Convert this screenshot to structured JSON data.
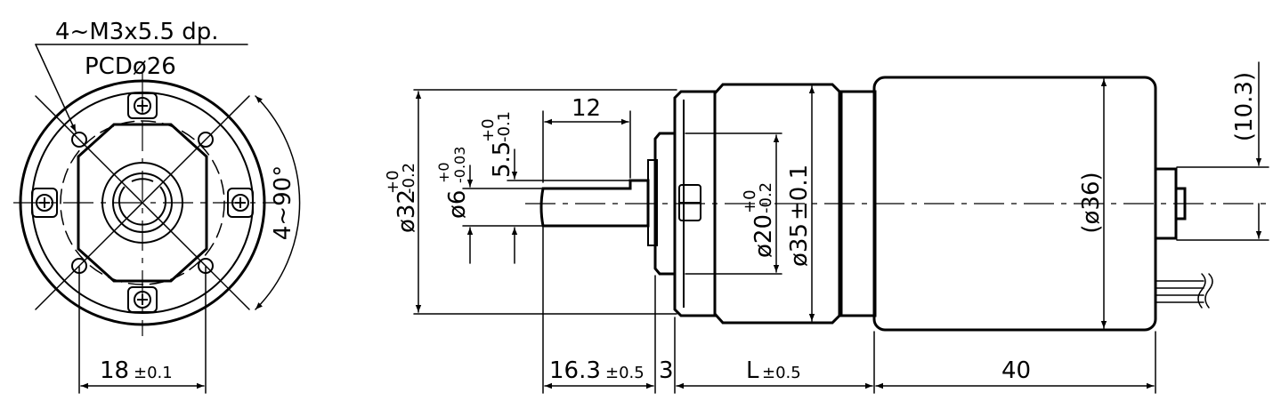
{
  "front_view": {
    "hole_note_line1": "4~M3x5.5  dp.",
    "hole_note_line2": "PCDø26",
    "angle_label": "4~90°",
    "bottom_dim": "18",
    "bottom_tol": "±0.1"
  },
  "side_view": {
    "shaft_length": "12",
    "flat_dim": "5.5",
    "flat_tol_upper": "+0",
    "flat_tol_lower": "-0.1",
    "shaft_dia": "ø6",
    "shaft_tol_upper": "+0",
    "shaft_tol_lower": "-0.03",
    "flange_dia": "ø32",
    "flange_tol_upper": "+0",
    "flange_tol_lower": "-0.2",
    "boss_dia": "ø20",
    "boss_tol_upper": "+0",
    "boss_tol_lower": "-0.2",
    "gear_dia": "ø35",
    "gear_tol": "±0.1",
    "motor_dia": "(ø36)",
    "terminal_offset": "(10.3)",
    "dim_shaft": "16.3",
    "dim_shaft_tol": "±0.5",
    "dim_flange": "3",
    "dim_gearbox": "L",
    "dim_gearbox_tol": "±0.5",
    "dim_motor": "40"
  }
}
